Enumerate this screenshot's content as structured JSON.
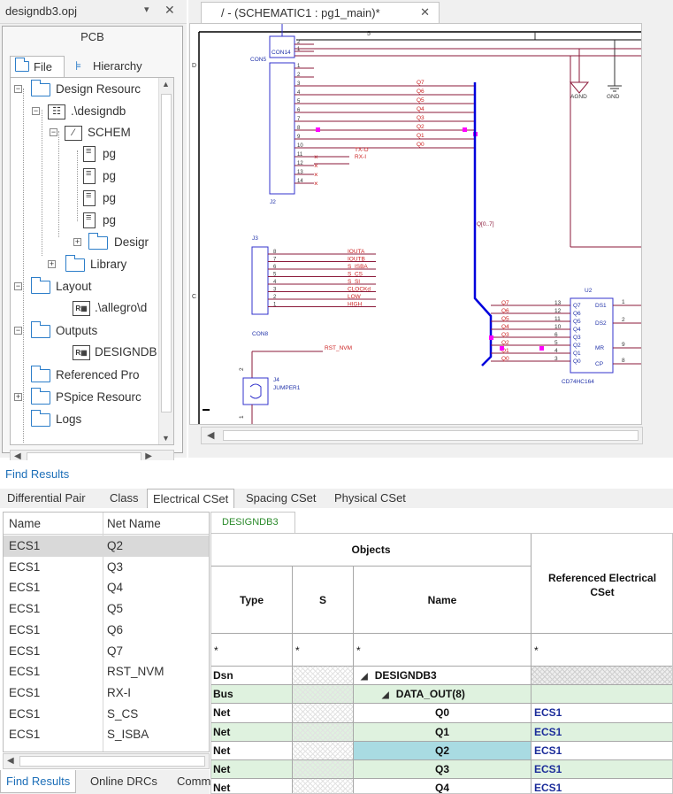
{
  "project": {
    "title": "designdb3.opj",
    "pin_icon": "▾",
    "close_icon": "✕",
    "panel_label": "PCB",
    "tabs": [
      {
        "label": "File"
      },
      {
        "label": "Hierarchy"
      }
    ],
    "tree": [
      {
        "label": "Design Resourc"
      },
      {
        "label": ".\\designdb"
      },
      {
        "label": "SCHEM"
      },
      {
        "label": "pg"
      },
      {
        "label": "pg"
      },
      {
        "label": "pg"
      },
      {
        "label": "pg"
      },
      {
        "label": "Desigr"
      },
      {
        "label": "Library"
      },
      {
        "label": "Layout"
      },
      {
        "label": ".\\allegro\\d"
      },
      {
        "label": "Outputs"
      },
      {
        "label": "DESIGNDB"
      },
      {
        "label": "Referenced Pro"
      },
      {
        "label": "PSpice Resourc"
      },
      {
        "label": "Logs"
      }
    ]
  },
  "schematic": {
    "tab_label": "/ - (SCHEMATIC1 : pg1_main)*",
    "close_icon": "✕",
    "labels": {
      "row_marker_d": "D",
      "row_marker_c": "C",
      "top_pin": "5",
      "con14_ref": "CON14",
      "con5_ref": "CON5",
      "j2": "J2",
      "agnd": "AGND",
      "gnd": "GND",
      "bus_label": "Q[0..7]",
      "j3": "J3",
      "con8": "CON8",
      "j4": "J4",
      "jumper1": "JUMPER1",
      "rst_nvm": "RST_NVM",
      "u2": "U2",
      "u2_part": "CD74HC164",
      "tx": "TX-O",
      "rx": "RX-I"
    },
    "j2_pins": [
      "2",
      "1",
      "1",
      "2",
      "3",
      "4",
      "5",
      "6",
      "7",
      "8",
      "9",
      "10",
      "11",
      "12",
      "13",
      "14"
    ],
    "j2_nets": [
      "Q7",
      "Q6",
      "Q5",
      "Q4",
      "Q3",
      "Q2",
      "Q1",
      "Q0"
    ],
    "j3_pins": [
      "8",
      "7",
      "6",
      "5",
      "4",
      "3",
      "2",
      "1"
    ],
    "j3_nets": [
      "IOUTA",
      "IOUTB",
      "S_ISBA",
      "S_CS",
      "S_SI",
      "CLOCKd",
      "LOW",
      "HIGH"
    ],
    "u2_in_nets": [
      "Q7",
      "Q6",
      "Q5",
      "Q4",
      "Q3",
      "Q2",
      "Q1",
      "Q0"
    ],
    "u2_in_pins": [
      "13",
      "12",
      "11",
      "10",
      "6",
      "5",
      "4",
      "3"
    ],
    "u2_in_names": [
      "Q7",
      "Q6",
      "Q5",
      "Q4",
      "Q3",
      "Q2",
      "Q1",
      "Q0"
    ],
    "u2_right_names": [
      "DS1",
      "DS2",
      "MR",
      "CP"
    ],
    "u2_right_pins": [
      "1",
      "2",
      "9",
      "8"
    ],
    "jumper_pins": [
      "2",
      "1"
    ]
  },
  "find_results": {
    "title": "Find Results",
    "cset_tabs": [
      {
        "label": "Differential Pair"
      },
      {
        "label": "Class"
      },
      {
        "label": "Electrical CSet"
      },
      {
        "label": "Spacing CSet"
      },
      {
        "label": "Physical CSet"
      }
    ],
    "columns": {
      "name": "Name",
      "net_name": "Net Name"
    },
    "rows": [
      {
        "name": "ECS1",
        "net": "Q2"
      },
      {
        "name": "ECS1",
        "net": "Q3"
      },
      {
        "name": "ECS1",
        "net": "Q4"
      },
      {
        "name": "ECS1",
        "net": "Q5"
      },
      {
        "name": "ECS1",
        "net": "Q6"
      },
      {
        "name": "ECS1",
        "net": "Q7"
      },
      {
        "name": "ECS1",
        "net": "RST_NVM"
      },
      {
        "name": "ECS1",
        "net": "RX-I"
      },
      {
        "name": "ECS1",
        "net": "S_CS"
      },
      {
        "name": "ECS1",
        "net": "S_ISBA"
      }
    ],
    "bottom_tabs": [
      {
        "label": "Find Results"
      },
      {
        "label": "Online DRCs"
      },
      {
        "label": "Comm"
      }
    ]
  },
  "constraint_sheet": {
    "tab_label": "DESIGNDB3",
    "header": {
      "objects": "Objects",
      "type": "Type",
      "s": "S",
      "name": "Name",
      "ref_cset": "Referenced Electrical CSet"
    },
    "filter": {
      "type": "*",
      "s": "*",
      "name": "*",
      "ref": "*"
    },
    "rows": [
      {
        "type": "Dsn",
        "name": "DESIGNDB3",
        "cset": "",
        "kind": "dsn"
      },
      {
        "type": "Bus",
        "name": "DATA_OUT(8)",
        "cset": "",
        "kind": "bus"
      },
      {
        "type": "Net",
        "name": "Q0",
        "cset": "ECS1",
        "kind": "net"
      },
      {
        "type": "Net",
        "name": "Q1",
        "cset": "ECS1",
        "kind": "net"
      },
      {
        "type": "Net",
        "name": "Q2",
        "cset": "ECS1",
        "kind": "sel"
      },
      {
        "type": "Net",
        "name": "Q3",
        "cset": "ECS1",
        "kind": "net"
      },
      {
        "type": "Net",
        "name": "Q4",
        "cset": "ECS1",
        "kind": "net"
      }
    ],
    "expand_icon": "◢",
    "colors": {
      "bus_row": "#dff2df",
      "selected": "#a9dbe2",
      "cset_text": "#1c2d9a",
      "magenta": "#ff00ff",
      "net_wire": "#8b1a3a",
      "bus_wire": "#0000dd"
    }
  }
}
